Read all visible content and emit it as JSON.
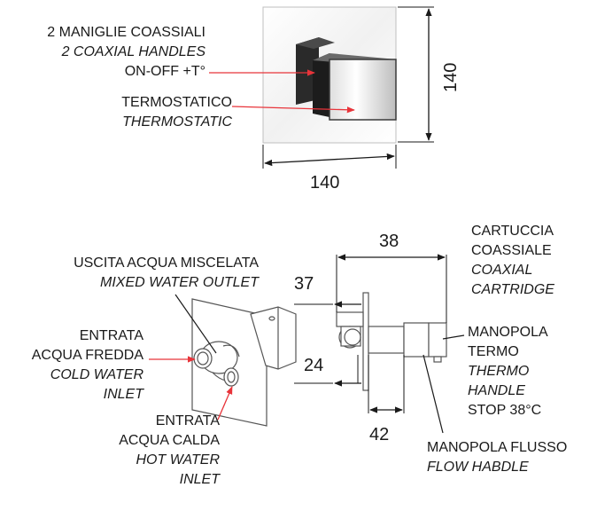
{
  "top_view": {
    "handles_it": "2 MANIGLIE COASSIALI",
    "handles_en": "2 COAXIAL HANDLES",
    "onoff": "ON-OFF +T°",
    "thermo_it": "TERMOSTATICO",
    "thermo_en": "THERMOSTATIC",
    "dim_height": "140",
    "dim_width": "140"
  },
  "iso_view": {
    "mixed_it": "USCITA ACQUA MISCELATA",
    "mixed_en": "MIXED WATER OUTLET",
    "cold_it_1": "ENTRATA",
    "cold_it_2": "ACQUA FREDDA",
    "cold_en_1": "COLD WATER",
    "cold_en_2": "INLET",
    "hot_it_1": "ENTRATA",
    "hot_it_2": "ACQUA CALDA",
    "hot_en_1": "HOT WATER",
    "hot_en_2": "INLET"
  },
  "side_view": {
    "dim_38": "38",
    "dim_37": "37",
    "dim_24": "24",
    "dim_42": "42",
    "cartridge_it_1": "CARTUCCIA",
    "cartridge_it_2": "COASSIALE",
    "cartridge_en_1": "COAXIAL",
    "cartridge_en_2": "CARTRIDGE",
    "thermo_handle_it_1": "MANOPOLA",
    "thermo_handle_it_2": "TERMO",
    "thermo_handle_en_1": "THERMO",
    "thermo_handle_en_2": "HANDLE",
    "stop": "STOP 38°C",
    "flow_it": "MANOPOLA FLUSSO",
    "flow_en": "FLOW HABDLE"
  },
  "colors": {
    "pointer": "#e8343a",
    "line": "#1a1a1a",
    "outline": "#555555"
  }
}
